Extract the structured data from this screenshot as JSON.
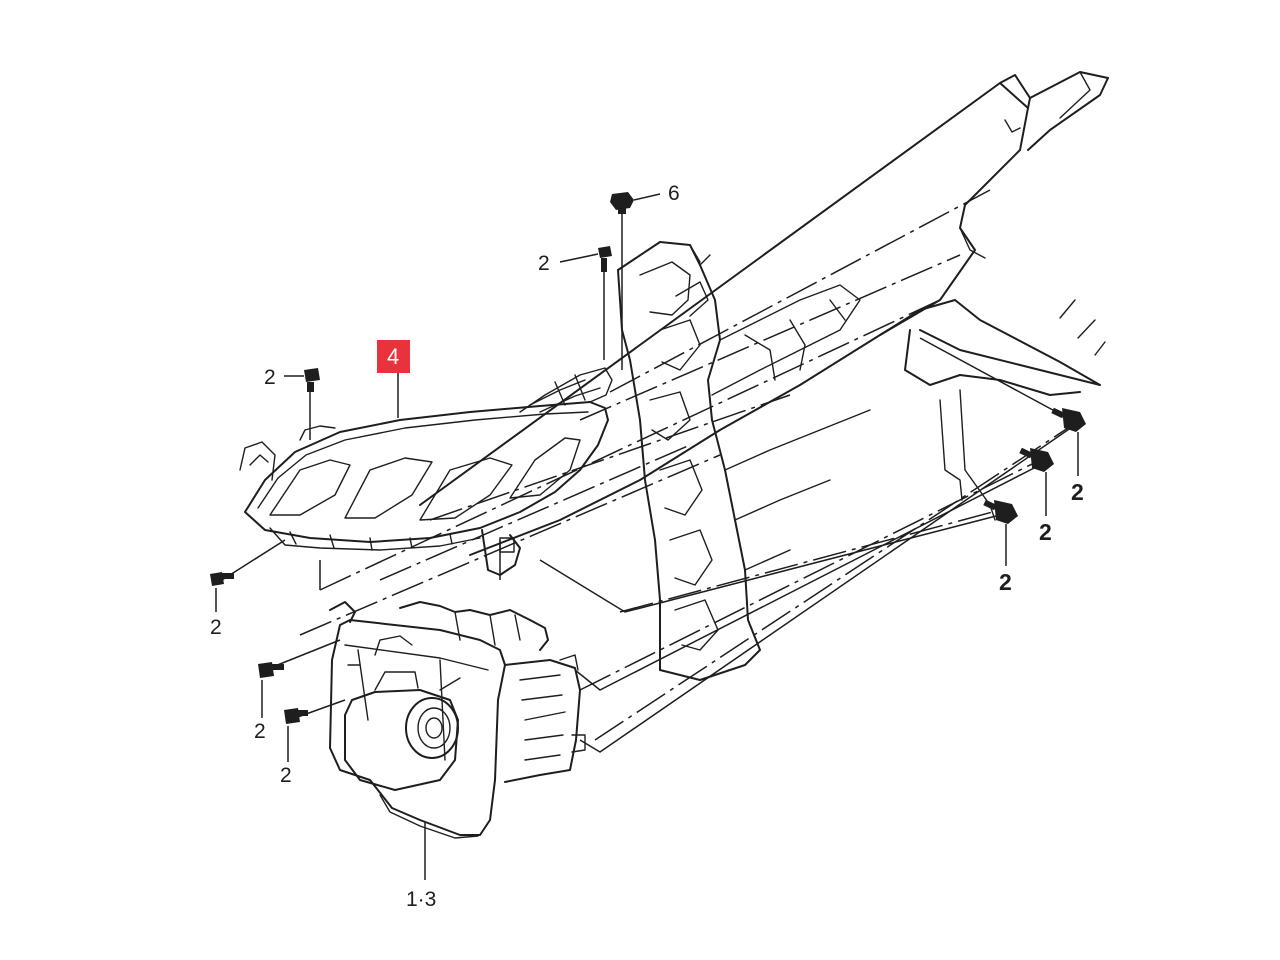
{
  "colors": {
    "highlight": "#e8333c",
    "ink": "#1e1e1e",
    "paper": "#ffffff"
  },
  "callouts": {
    "bolt_top": "6",
    "bolt_upper": "2",
    "bolt_left_upper": "2",
    "highlight_part": "4",
    "bolt_left_lower": "2",
    "bolt_right_1": "2",
    "bolt_right_2": "2",
    "bolt_right_3": "2",
    "bolt_fog_1": "2",
    "bolt_fog_2": "2",
    "fog_lamp": "1·3"
  }
}
